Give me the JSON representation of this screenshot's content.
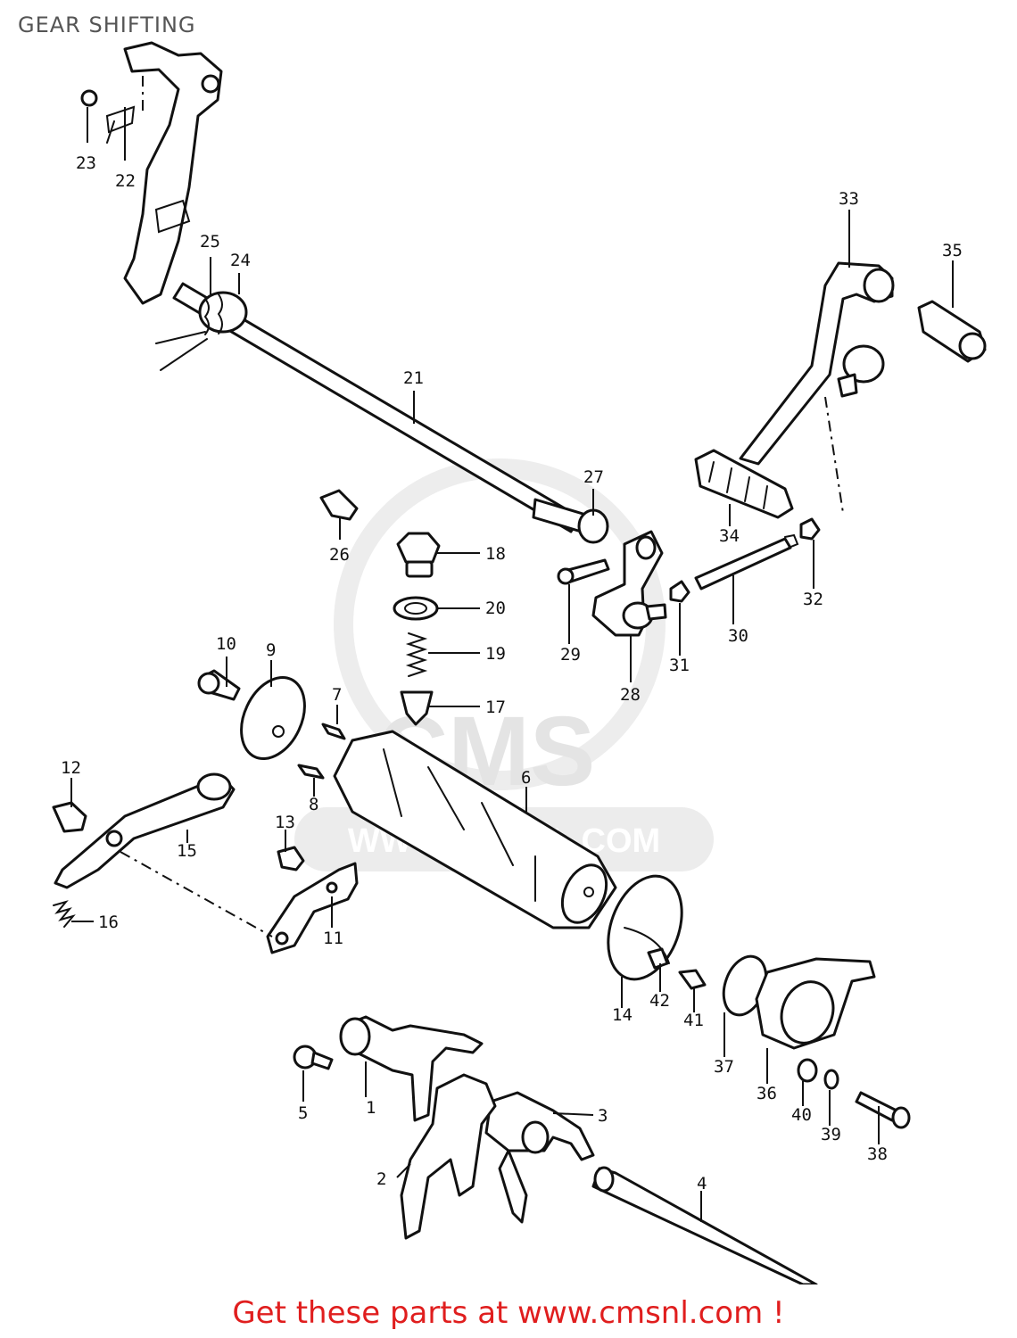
{
  "diagram": {
    "title": "GEAR SHIFTING",
    "watermark": {
      "logo_text": "CMS",
      "url_text": "WWW.CMSNL.COM"
    },
    "callouts": {
      "c1": "1",
      "c2": "2",
      "c3": "3",
      "c4": "4",
      "c5": "5",
      "c6": "6",
      "c7": "7",
      "c8": "8",
      "c9": "9",
      "c10": "10",
      "c11": "11",
      "c12": "12",
      "c13": "13",
      "c14": "14",
      "c15": "15",
      "c16": "16",
      "c17": "17",
      "c18": "18",
      "c19": "19",
      "c20": "20",
      "c21": "21",
      "c22": "22",
      "c23": "23",
      "c24": "24",
      "c25": "25",
      "c26": "26",
      "c27": "27",
      "c28": "28",
      "c29": "29",
      "c30": "30",
      "c31": "31",
      "c32": "32",
      "c33": "33",
      "c34": "34",
      "c35": "35",
      "c36": "36",
      "c37": "37",
      "c38": "38",
      "c39": "39",
      "c40": "40",
      "c41": "41",
      "c42": "42"
    }
  },
  "footer": {
    "cta": "Get these parts at www.cmsnl.com !",
    "cta_color": "#e01e1e"
  }
}
